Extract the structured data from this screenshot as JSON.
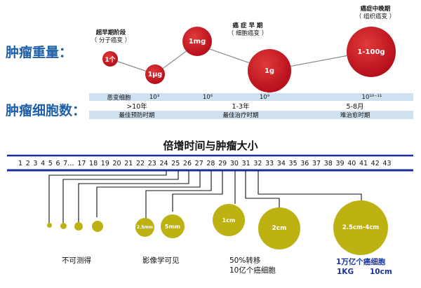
{
  "labels": {
    "tumor_weight": "肿瘤重量：",
    "tumor_cells": "肿瘤细胞数：",
    "doubling_title": "倍增时间与肿瘤大小"
  },
  "stages": {
    "ultra_early": {
      "title": "超早期阶段",
      "sub": "（ 分子癌变 ）"
    },
    "early": {
      "title": "癌 症 早 期",
      "sub": "（ 细胞癌变 ）"
    },
    "mid_late": {
      "title": "癌症中晚期",
      "sub": "（ 组织癌变 ）"
    }
  },
  "weights": {
    "w1": "1个",
    "w2": "1μg",
    "w3": "1mg",
    "w4": "1g",
    "w5": "1-100g"
  },
  "table": {
    "row1": {
      "c1": "恶变细胞",
      "c2": "10³",
      "c3": "10⁶",
      "c4": "10⁹",
      "c5": "10¹⁰⁻¹¹"
    },
    "row2": {
      "c1": ">10年",
      "c2": "1-3年",
      "c3": "5-8月"
    },
    "row3": {
      "c1": "最佳预防时期",
      "c2": "最佳治疗时期",
      "c3": "难治愈时期"
    }
  },
  "timeline": {
    "numbers": [
      "1",
      "2",
      "3",
      "4",
      "5",
      "6",
      "7…",
      "17",
      "18",
      "19",
      "20",
      "21",
      "22",
      "23",
      "24",
      "25",
      "26",
      "27",
      "28",
      "29",
      "30",
      "31",
      "32",
      "33",
      "34",
      "35",
      "36",
      "37",
      "38",
      "39",
      "40",
      "41",
      "42",
      "43"
    ]
  },
  "sizes": {
    "s1": "2.5mm",
    "s2": "5mm",
    "s3": "1cm",
    "s4": "2cm",
    "s5": "2.5cm-4cm"
  },
  "captions": {
    "undetectable": "不可测得",
    "imaging_visible": "影像学可见",
    "metastasis_line1": "50%转移",
    "metastasis_line2": "10亿个癌细胞",
    "trillion_line1": "1万亿个癌细胞",
    "trillion_kg": "1KG",
    "trillion_cm": "10cm"
  },
  "colors": {
    "title_blue": "#1f5fa8",
    "bar_blue": "#1a2d9c",
    "tumor_red": "#b8101c",
    "olive": "#bdb212",
    "table_shade": "#cfe0f0"
  }
}
